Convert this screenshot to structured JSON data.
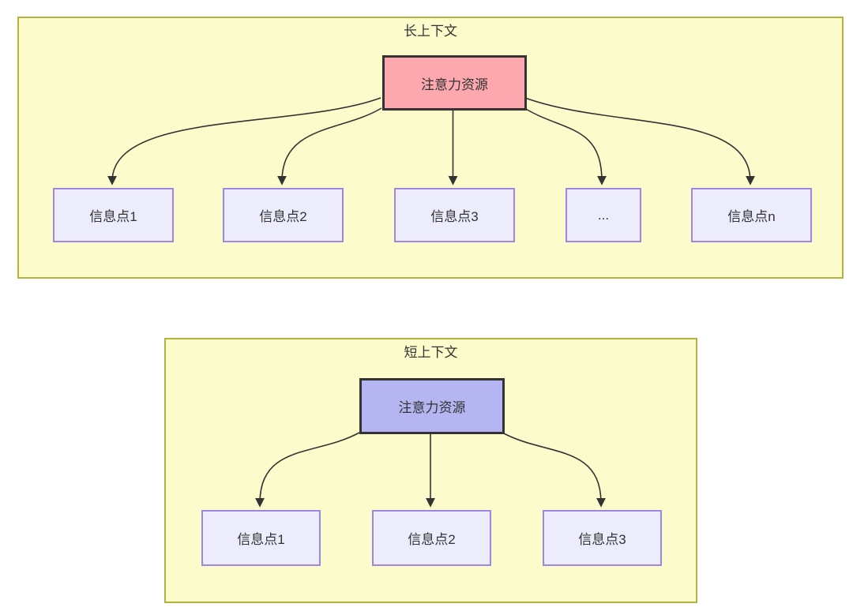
{
  "diagram": {
    "groups": [
      {
        "title": "长上下文",
        "source": {
          "label": "注意力资源"
        },
        "targets": [
          {
            "label": "信息点1"
          },
          {
            "label": "信息点2"
          },
          {
            "label": "信息点3"
          },
          {
            "label": "..."
          },
          {
            "label": "信息点n"
          }
        ]
      },
      {
        "title": "短上下文",
        "source": {
          "label": "注意力资源"
        },
        "targets": [
          {
            "label": "信息点1"
          },
          {
            "label": "信息点2"
          },
          {
            "label": "信息点3"
          }
        ]
      }
    ]
  },
  "theme": {
    "page-bg": "#ffffff",
    "group-fill": "#fbfbcb",
    "group-border": "#b2b23c",
    "long-source-fill": "#fca8ae",
    "short-source-fill": "#b5b5f2",
    "target-fill": "#ececfc",
    "target-border": "#9d87e0",
    "ink": "#333333"
  }
}
